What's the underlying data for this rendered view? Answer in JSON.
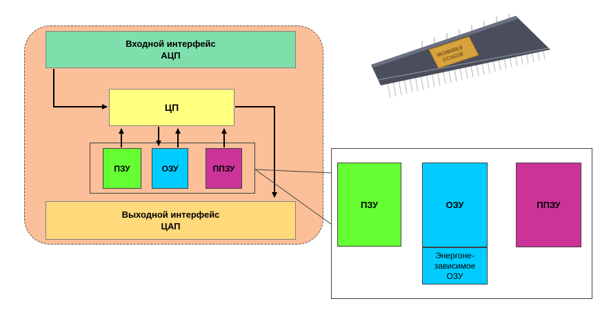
{
  "blocks": {
    "input_interface": {
      "line1": "Входной интерфейс",
      "line2": "АЦП"
    },
    "cpu": "ЦП",
    "rom": "ПЗУ",
    "ram": "ОЗУ",
    "eeprom": "ППЗУ",
    "output_interface": {
      "line1": "Выходной интерфейс",
      "line2": "ЦАП"
    }
  },
  "zoom": {
    "rom": "ПЗУ",
    "ram": "ОЗУ",
    "eeprom": "ППЗУ",
    "nvram": {
      "line1": "Энергоне-",
      "line2": "зависимое",
      "line3": "ОЗУ"
    }
  },
  "chip_photo": {
    "label_line1": "MC68000L8",
    "label_line2": "CC1621B"
  },
  "colors": {
    "mcu_fill": "#fbbf99",
    "input_interface": "#7fdfac",
    "cpu": "#ffff80",
    "rom": "#66ff33",
    "ram": "#00ccff",
    "eeprom": "#cc3399",
    "output_interface": "#ffd97a"
  }
}
